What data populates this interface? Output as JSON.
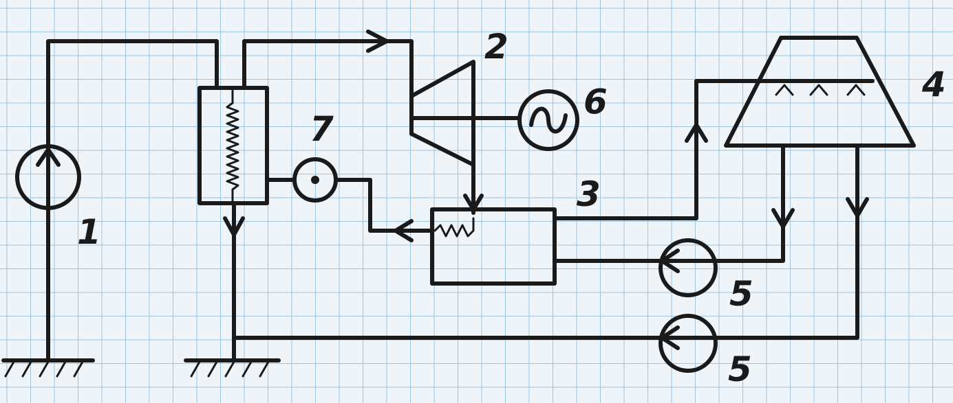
{
  "labels": {
    "well_pump": "1",
    "turbine": "2",
    "condenser": "3",
    "cooling_tower": "4",
    "pump_lower": "5",
    "pump_upper": "5",
    "generator": "6",
    "meter": "7"
  },
  "colors": {
    "paper": "#eef4f8",
    "grid": "#9cc3e0",
    "ink": "#1a1a1a"
  }
}
